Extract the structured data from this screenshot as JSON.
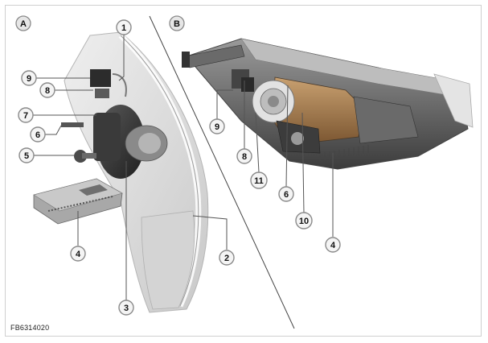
{
  "panels": {
    "a": {
      "label": "A"
    },
    "b": {
      "label": "B"
    }
  },
  "callouts_a": {
    "c1": "1",
    "c2": "2",
    "c3": "3",
    "c4": "4",
    "c5": "5",
    "c6": "6",
    "c7": "7",
    "c8": "8",
    "c9": "9"
  },
  "callouts_b": {
    "c4": "4",
    "c6": "6",
    "c8": "8",
    "c9": "9",
    "c10": "10",
    "c11": "11"
  },
  "footer": {
    "code": "FB6314020"
  }
}
